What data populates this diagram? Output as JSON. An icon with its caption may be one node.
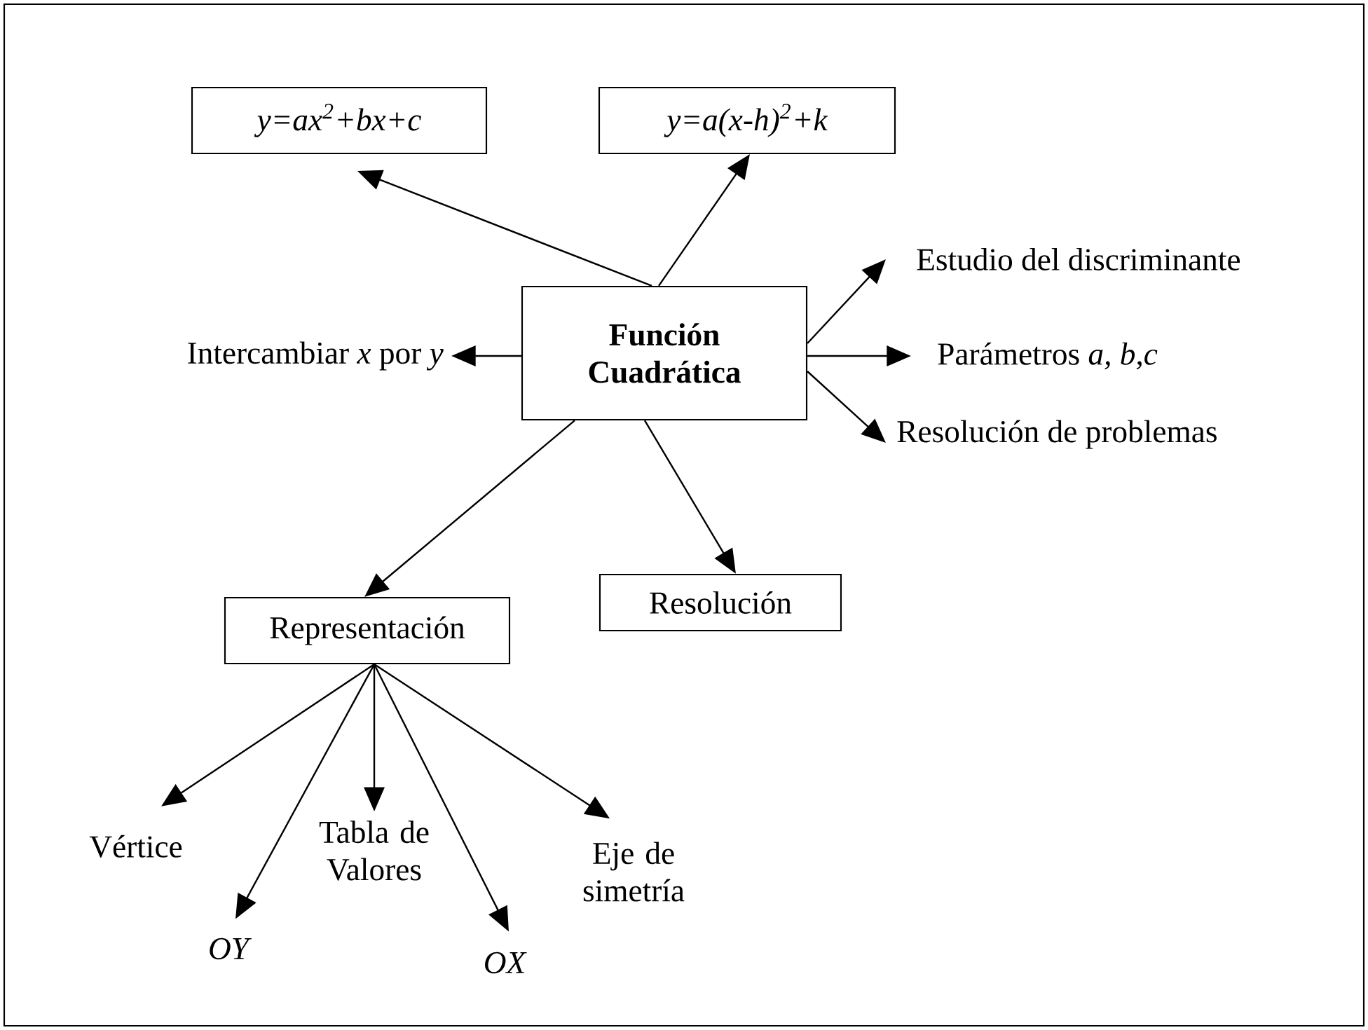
{
  "diagram": {
    "nodes": [
      {
        "text": [
          "Función Cuadrática"
        ]
      },
      {
        "text": [
          "y=ax$^{2}$+bx+c"
        ]
      },
      {
        "text": [
          "y=a(x-h)$^{2}$+k"
        ]
      },
      {
        "text": [
          "Intercambiar *x* por *y*"
        ]
      },
      {
        "text": [
          "Estudio del discriminante"
        ]
      },
      {
        "text": [
          "Parámetros *a, b,c*"
        ]
      },
      {
        "text": [
          "Resolución de problemas"
        ]
      },
      {
        "text": [
          "Representación"
        ]
      },
      {
        "text": [
          "Resolución"
        ]
      },
      {
        "text": [
          "Vértice"
        ]
      },
      {
        "text": [
          "OY"
        ]
      },
      {
        "text": [
          "Tabla de Valores"
        ]
      },
      {
        "text": [
          "OX"
        ]
      },
      {
        "text": [
          "Eje de simetría"
        ]
      }
    ],
    "edges": [
      {
        "from": 0,
        "to": 1,
        "arrow": "to"
      },
      {
        "from": 0,
        "to": 2,
        "arrow": "to"
      },
      {
        "from": 0,
        "to": 3,
        "arrow": "to"
      },
      {
        "from": 0,
        "to": 4,
        "arrow": "to"
      },
      {
        "from": 0,
        "to": 5,
        "arrow": "to"
      },
      {
        "from": 0,
        "to": 6,
        "arrow": "to"
      },
      {
        "from": 0,
        "to": 7,
        "arrow": "to"
      },
      {
        "from": 0,
        "to": 8,
        "arrow": "to"
      },
      {
        "from": 7,
        "to": 9,
        "arrow": "to"
      },
      {
        "from": 7,
        "to": 10,
        "arrow": "to"
      },
      {
        "from": 7,
        "to": 11,
        "arrow": "to"
      },
      {
        "from": 7,
        "to": 12,
        "arrow": "to"
      },
      {
        "from": 7,
        "to": 13,
        "arrow": "to"
      }
    ]
  }
}
